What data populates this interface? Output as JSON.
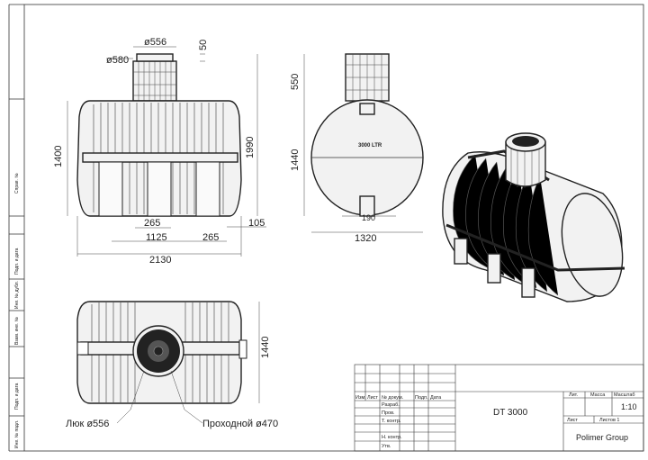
{
  "drawing": {
    "tank_label": "3000 LTR",
    "dims": {
      "d556_top": "ø556",
      "d580": "ø580",
      "d50": "50",
      "d1400": "1400",
      "d1990": "1990",
      "d265_inner": "265",
      "d1125": "1125",
      "d265_outer": "265",
      "d105": "105",
      "d2130": "2130",
      "d550": "550",
      "d1440_side": "1440",
      "d190": "190",
      "d1320": "1320",
      "d1440_top": "1440"
    },
    "callouts": {
      "hatch": "Люк ø556",
      "passage": "Проходной ø470"
    }
  },
  "margin_labels": [
    "Справ. №",
    "Подп. и дата",
    "Инв. № дубл.",
    "Взам. инв. №",
    "Подп. и дата",
    "Инв. № подл."
  ],
  "title_block": {
    "header_cols": [
      "Изм.",
      "Лист",
      "№ докум.",
      "Подп.",
      "Дата"
    ],
    "rows": [
      "Разраб.",
      "Пров.",
      "Т. контр.",
      "",
      "Н. контр.",
      "Утв."
    ],
    "designation": "DT 3000",
    "lit_label": "Лит.",
    "mass_label": "Масса",
    "scale_label": "Масштаб",
    "scale_value": "1:10",
    "sheet_label": "Лист",
    "sheets_label": "Листов 1",
    "company": "Polimer Group"
  },
  "colors": {
    "line": "#222222",
    "paper": "#ffffff",
    "tank_fill": "#f2f2f2"
  }
}
